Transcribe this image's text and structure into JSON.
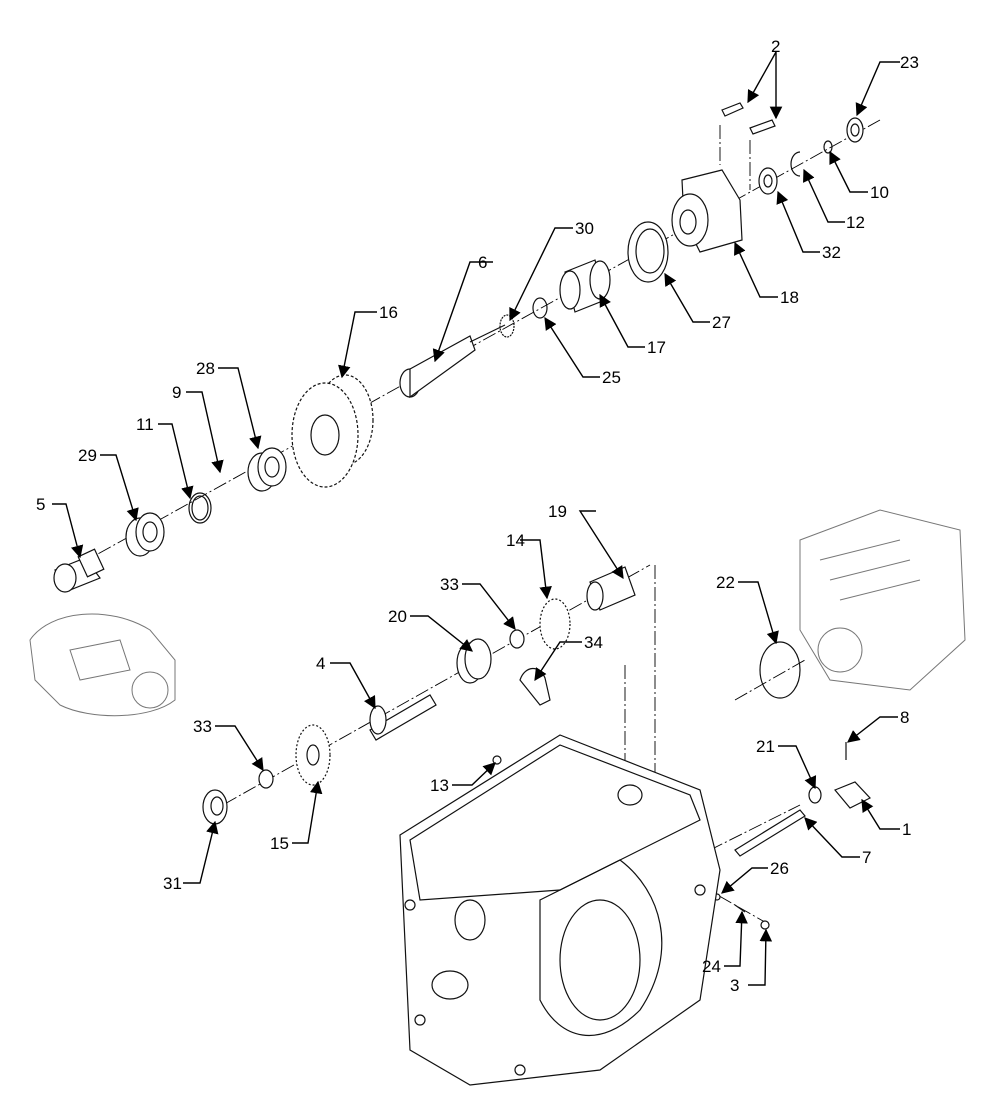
{
  "callouts": [
    {
      "id": "c1",
      "label": "1"
    },
    {
      "id": "c2",
      "label": "2"
    },
    {
      "id": "c3",
      "label": "3"
    },
    {
      "id": "c4",
      "label": "4"
    },
    {
      "id": "c5",
      "label": "5"
    },
    {
      "id": "c6",
      "label": "6"
    },
    {
      "id": "c7",
      "label": "7"
    },
    {
      "id": "c8",
      "label": "8"
    },
    {
      "id": "c9",
      "label": "9"
    },
    {
      "id": "c10",
      "label": "10"
    },
    {
      "id": "c11",
      "label": "11"
    },
    {
      "id": "c12",
      "label": "12"
    },
    {
      "id": "c13",
      "label": "13"
    },
    {
      "id": "c14",
      "label": "14"
    },
    {
      "id": "c15",
      "label": "15"
    },
    {
      "id": "c16",
      "label": "16"
    },
    {
      "id": "c17",
      "label": "17"
    },
    {
      "id": "c18",
      "label": "18"
    },
    {
      "id": "c19",
      "label": "19"
    },
    {
      "id": "c20",
      "label": "20"
    },
    {
      "id": "c21",
      "label": "21"
    },
    {
      "id": "c22",
      "label": "22"
    },
    {
      "id": "c23",
      "label": "23"
    },
    {
      "id": "c24",
      "label": "24"
    },
    {
      "id": "c25",
      "label": "25"
    },
    {
      "id": "c26",
      "label": "26"
    },
    {
      "id": "c27",
      "label": "27"
    },
    {
      "id": "c28",
      "label": "28"
    },
    {
      "id": "c29",
      "label": "29"
    },
    {
      "id": "c30",
      "label": "30"
    },
    {
      "id": "c31",
      "label": "31"
    },
    {
      "id": "c32",
      "label": "32"
    },
    {
      "id": "c33a",
      "label": "33"
    },
    {
      "id": "c33b",
      "label": "33"
    },
    {
      "id": "c34",
      "label": "34"
    }
  ]
}
